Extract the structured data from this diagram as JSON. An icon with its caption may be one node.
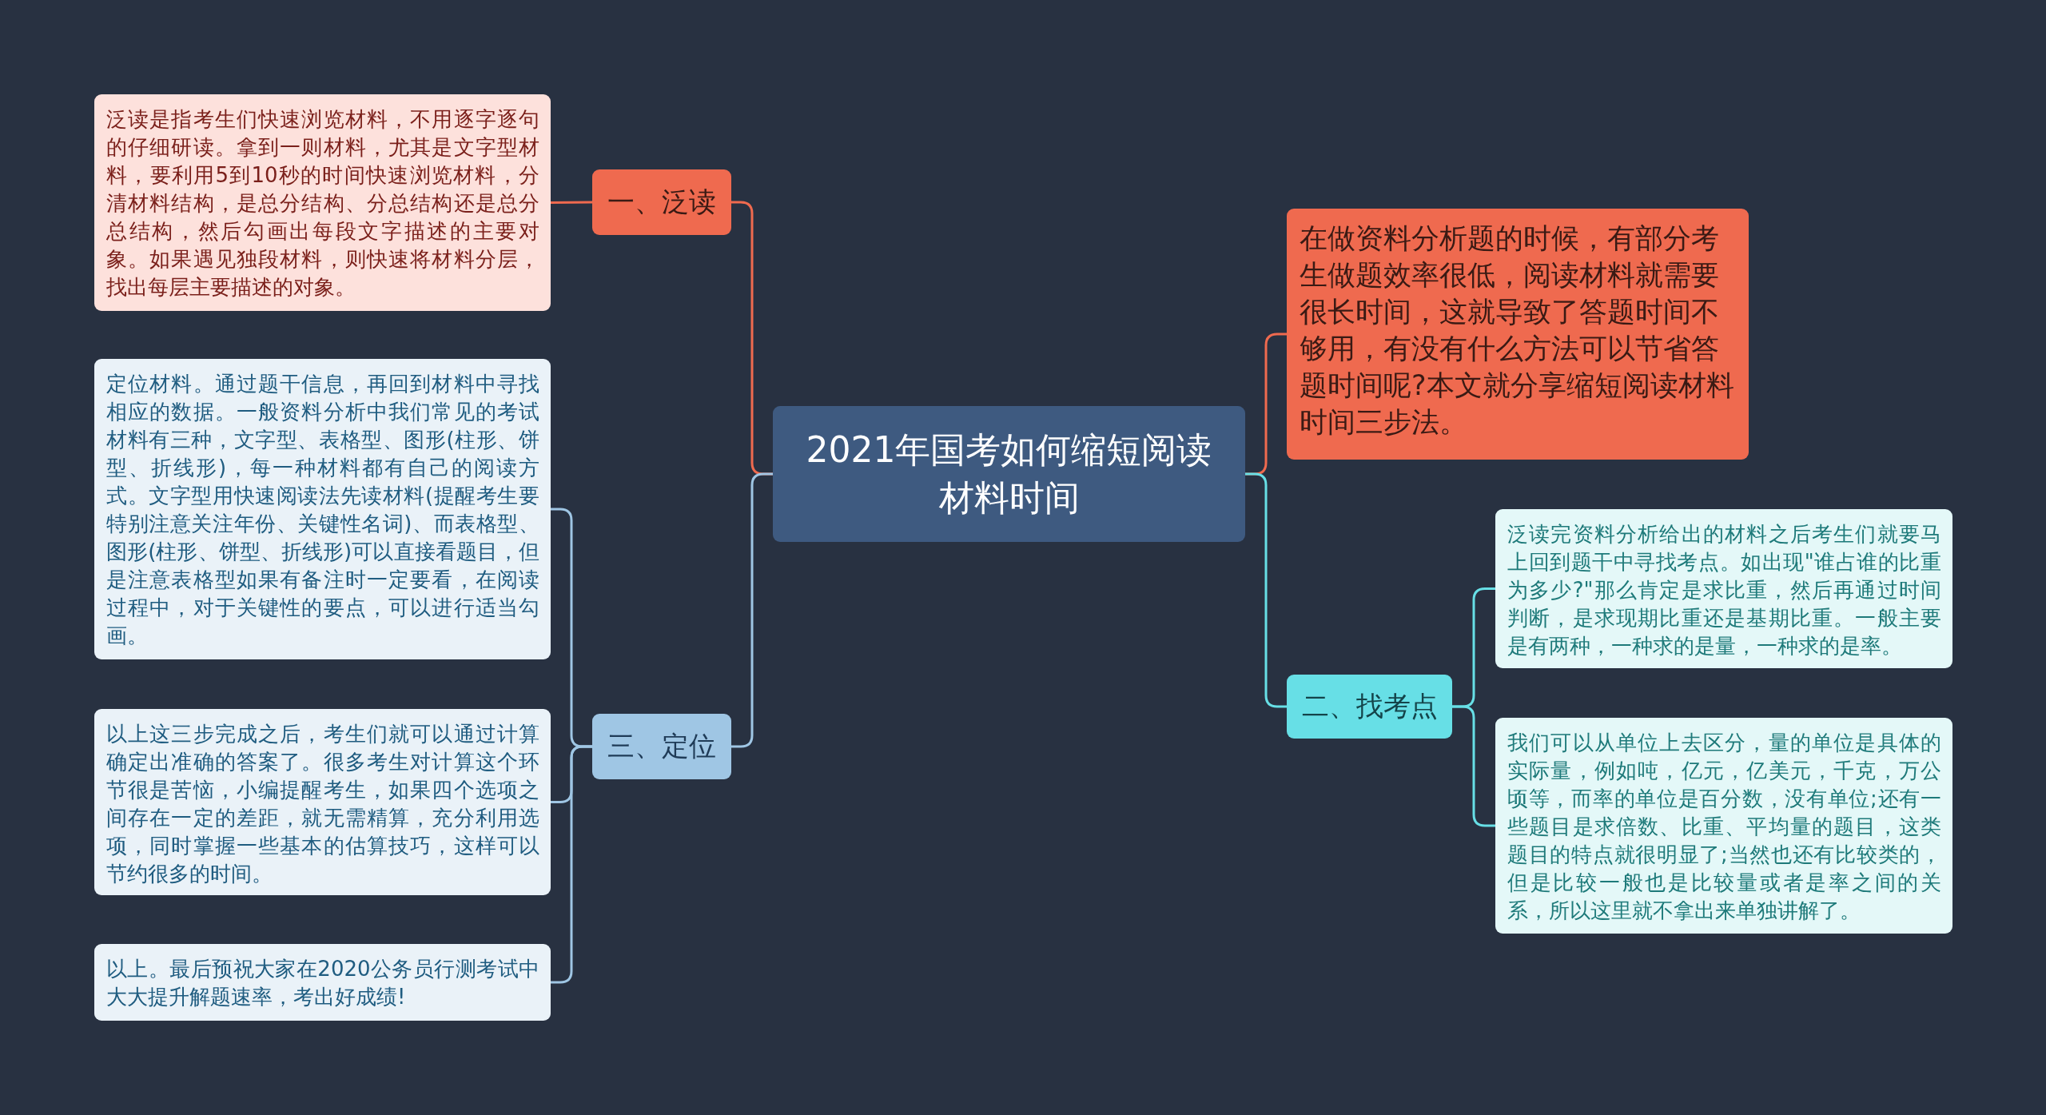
{
  "diagram": {
    "nodes": [
      {
        "text": [
          "2021年国考如何缩短阅读材料时间"
        ]
      },
      {
        "text": [
          "一、泛读"
        ]
      },
      {
        "text": [
          "泛读是指考生们快速浏览材料，不用逐字逐句的仔细研读。拿到一则材料，尤其是文字型材料，要利用5到10秒的时间快速浏览材料，分清材料结构，是总分结构、分总结构还是总分总结构，然后勾画出每段文字描述的主要对象。如果遇见独段材料，则快速将材料分层，找出每层主要描述的对象。"
        ]
      },
      {
        "text": [
          "三、定位"
        ]
      },
      {
        "text": [
          "定位材料。通过题干信息，再回到材料中寻找相应的数据。一般资料分析中我们常见的考试材料有三种，文字型、表格型、图形(柱形、饼型、折线形)，每一种材料都有自己的阅读方式。文字型用快速阅读法先读材料(提醒考生要特别注意关注年份、关键性名词)、而表格型、图形(柱形、饼型、折线形)可以直接看题目，但是注意表格型如果有备注时一定要看，在阅读过程中，对于关键性的要点，可以进行适当勾画。"
        ]
      },
      {
        "text": [
          "以上这三步完成之后，考生们就可以通过计算确定出准确的答案了。很多考生对计算这个环节很是苦恼，小编提醒考生，如果四个选项之间存在一定的差距，就无需精算，充分利用选项，同时掌握一些基本的估算技巧，这样可以节约很多的时间。"
        ]
      },
      {
        "text": [
          "以上。最后预祝大家在2020公务员行测考试中大大提升解题速率，考出好成绩!"
        ]
      },
      {
        "text": [
          "在做资料分析题的时候，有部分考生做题效率很低，阅读材料就需要很长时间，这就导致了答题时间不够用，有没有什么方法可以节省答题时间呢?本文就分享缩短阅读材料时间三步法。"
        ]
      },
      {
        "text": [
          "二、找考点"
        ]
      },
      {
        "text": [
          "泛读完资料分析给出的材料之后考生们就要马上回到题干中寻找考点。如出现\"谁占谁的比重为多少?\"那么肯定是求比重，然后再通过时间判断，是求现期比重还是基期比重。一般主要是有两种，一种求的是量，一种求的是率。"
        ]
      },
      {
        "text": [
          "我们可以从单位上去区分，量的单位是具体的实际量，例如吨，亿元，亿美元，千克，万公顷等，而率的单位是百分数，没有单位;还有一些题目是求倍数、比重、平均量的题目，这类题目的特点就很明显了;当然也还有比较类的，但是比较一般也是比较量或者是率之间的关系，所以这里就不拿出来单独讲解了。"
        ]
      }
    ],
    "edges": [
      {
        "from": 0,
        "to": 1,
        "arrow": "none",
        "color": "#ef6a4f"
      },
      {
        "from": 1,
        "to": 2,
        "arrow": "none",
        "color": "#ef6a4f"
      },
      {
        "from": 0,
        "to": 3,
        "arrow": "none",
        "color": "#9fc6e4"
      },
      {
        "from": 3,
        "to": 4,
        "arrow": "none",
        "color": "#9fc6e4"
      },
      {
        "from": 3,
        "to": 5,
        "arrow": "none",
        "color": "#9fc6e4"
      },
      {
        "from": 3,
        "to": 6,
        "arrow": "none",
        "color": "#9fc6e4"
      },
      {
        "from": 0,
        "to": 7,
        "arrow": "none",
        "color": "#ef6a4f"
      },
      {
        "from": 0,
        "to": 8,
        "arrow": "none",
        "color": "#67dfe6"
      },
      {
        "from": 8,
        "to": 9,
        "arrow": "none",
        "color": "#67dfe6"
      },
      {
        "from": 8,
        "to": 10,
        "arrow": "none",
        "color": "#67dfe6"
      }
    ]
  }
}
